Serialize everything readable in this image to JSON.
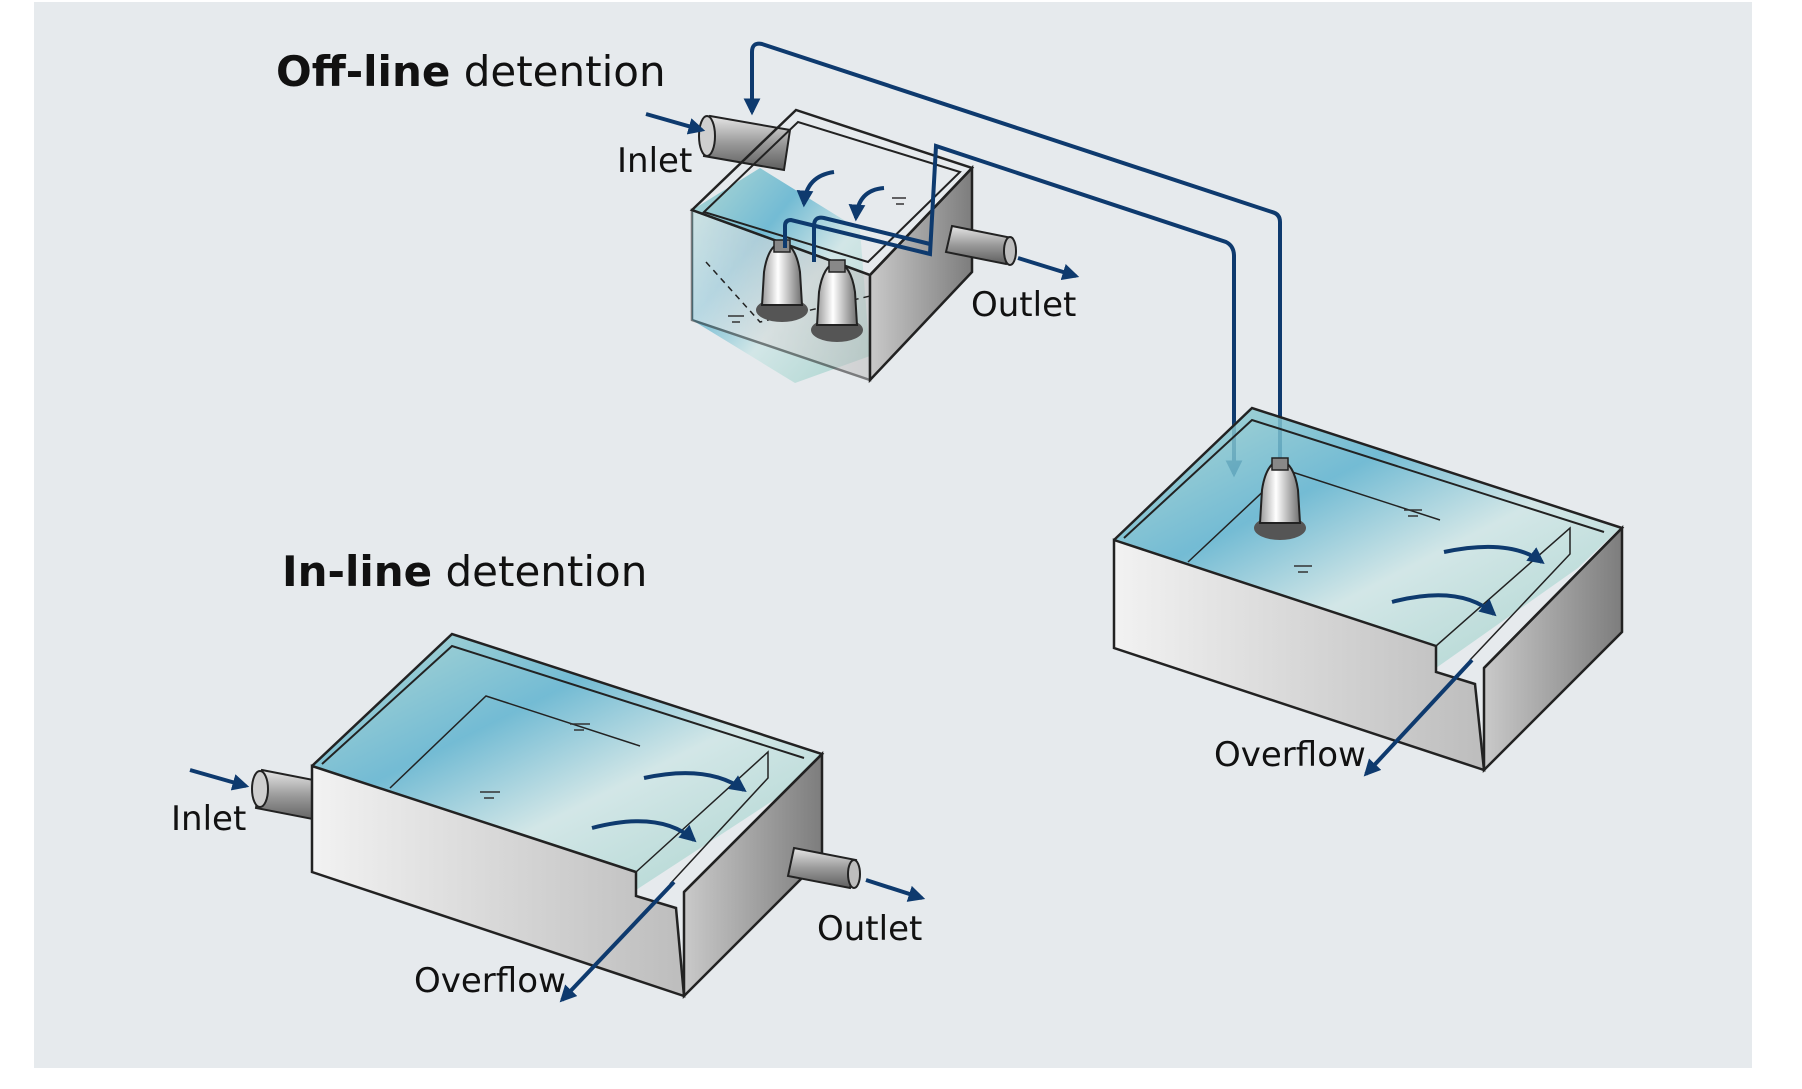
{
  "colors": {
    "background_outer": "#ffffff",
    "panel": "#e6eaed",
    "flow_arrow": "#0e3a6e",
    "water_light": "#b7dcd6",
    "water_deep": "#62b4cf"
  },
  "offline": {
    "title_bold": "Off-line",
    "title_rest": " detention",
    "inlet": "Inlet",
    "outlet": "Outlet",
    "overflow": "Overflow"
  },
  "inline": {
    "title_bold": "In-line",
    "title_rest": " detention",
    "inlet": "Inlet",
    "outlet": "Outlet",
    "overflow": "Overflow"
  },
  "icons": [
    "submersible-pump-icon",
    "water-level-icon",
    "flow-arrow-icon",
    "pipe-icon"
  ]
}
